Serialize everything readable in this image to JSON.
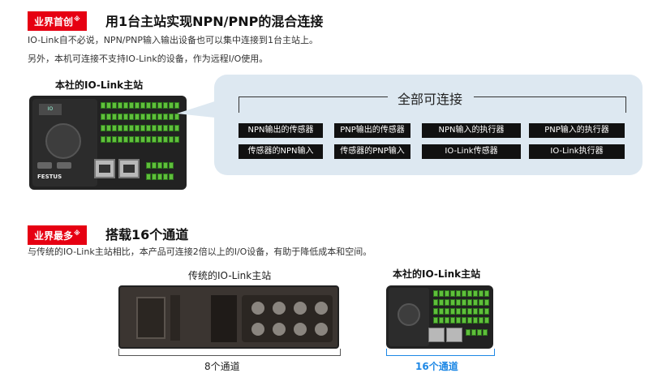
{
  "section1": {
    "badge": "业界首创",
    "badge_mark": "※",
    "headline": "用1台主站实现NPN/PNP的混合连接",
    "line1": "IO-Link自不必说，NPN/PNP输入输出设备也可以集中连接到1台主站上。",
    "line2": "另外，本机可连接不支持IO-Link的设备，作为远程I/O使用。",
    "device_caption": "本社的IO-Link主站",
    "device_brand": "FESTUS",
    "callout_title": "全部可连接",
    "chips": [
      "NPN输出的传感器",
      "PNP输出的传感器",
      "NPN输入的执行器",
      "PNP输入的执行器",
      "传感器的NPN输入",
      "传感器的PNP输入",
      "IO-Link传感器",
      "IO-Link执行器"
    ]
  },
  "section2": {
    "badge": "业界最多",
    "badge_mark": "※",
    "headline": "搭载16个通道",
    "line1": "与传统的IO-Link主站相比，本产品可连接2倍以上的I/O设备，有助于降低成本和空间。",
    "trad_caption": "传统的IO-Link主站",
    "trad_channels": "8个通道",
    "ours_caption": "本社的IO-Link主站",
    "ours_channels": "16个通道"
  },
  "colors": {
    "badge_red": "#e60012",
    "callout_bg": "#dde8f1",
    "chip_bg": "#111111",
    "green_terminal": "#5fbf3b",
    "channel_blue": "#1e88e5"
  }
}
